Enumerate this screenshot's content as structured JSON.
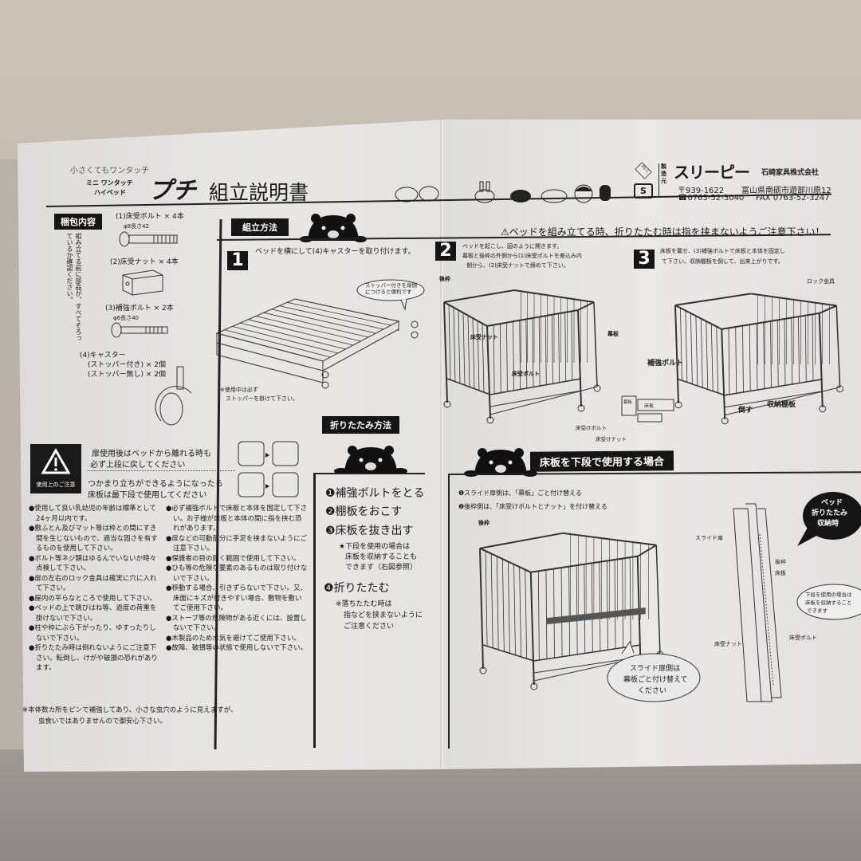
{
  "header": {
    "tagline": "小さくてもワンタッチ",
    "product_line1": "ミニ ワンタッチ",
    "product_line2": "ハイベッド",
    "product_name": "プチ",
    "doc_title": "組立説明書",
    "ps_mark": "PS C",
    "maker_label": "製造元",
    "brand": "スリーピー",
    "company": "石崎家具株式会社",
    "postal": "〒939-1622",
    "address": "富山県南砺市遊部川原12",
    "tel": "☎0763-52-3040",
    "fax": "FAX 0763-52-3247"
  },
  "parts": {
    "label": "梱包内容",
    "note": "組み立てる前に部品が、すべてそろっているか確認ください。",
    "items": [
      {
        "name": "(1)床受ボルト × 4本",
        "spec": "φ8長さ42"
      },
      {
        "name": "(2)床受ナット × 4本",
        "spec": ""
      },
      {
        "name": "(3)補強ボルト × 2本",
        "spec": "φ6長さ40"
      },
      {
        "name": "(4)キャスター",
        "spec": "(ストッパー付き) × 2個",
        "spec2": "(ストッパー無し) × 2個"
      }
    ]
  },
  "assembly": {
    "label": "組立方法",
    "warning": "⚠ベッドを組み立てる時、折りたたむ時は指を挟まないようご注意下さい！",
    "steps": [
      {
        "num": "1",
        "text": "ベッドを横にして(4)キャスターを取り付けます。",
        "bubble": "ストッパー付きを扉側につけると便利です",
        "note1": "※使用中は必ず",
        "note2": "ストッパーを掛けて下さい。"
      },
      {
        "num": "2",
        "text1": "ベッドを起こし、図のように開きます。",
        "text2": "幕板と後枠の外側から(1)床受ボルトを差込み内",
        "text3": "側から、(2)床受ナットで締めて下さい。",
        "labels": [
          "後枠",
          "床受ナット",
          "幕板",
          "床受ボルト",
          "幕板",
          "床板",
          "床受けボルト",
          "床受けナット"
        ]
      },
      {
        "num": "3",
        "text1": "床板を載せ、(3)補強ボルトで床板と本体を固定し",
        "text2": "て下さい。収納棚板を倒して、出来上がりです。",
        "labels": [
          "ロック金具",
          "補強ボルト",
          "倒す",
          "収納棚板"
        ]
      }
    ]
  },
  "caution": {
    "label": "使用上のご注意",
    "line1a": "扉使用後はベッドから離れる時も",
    "line1b": "必ず上段に戻してください",
    "line2a": "つかまり立ちができるようになったら",
    "line2b": "床板は最下段で使用してください",
    "left_bullets": [
      "●使用して良い乳幼児の年齢は標準として24ヶ月以内です。",
      "●敷ふとん及びマット等は枠との間にすき間を生じないもので、適当な固さを有するものを使用して下さい。",
      "●ボルト等ネジ類はゆるんでいないか時々点検して下さい。",
      "●扉の左右のロック金具は確実に穴に入れて下さい。",
      "●屋内の平らなところで使用して下さい。",
      "●ベッドの上で跳びはね等、過度の荷重を掛けないで下さい。",
      "●柱や枠にぶら下がったり、ゆすったりしないで下さい。",
      "●折りたたみ時は倒れないようにご注意下さい。転倒し、けがや破損の恐れがあります。"
    ],
    "right_bullets": [
      "●必ず補強ボルトで床板と本体を固定して下さい。お子様が床板と本体の間に指を挟む恐れがあります。",
      "●扉などの可動部分に手足を挟まないようにご注意下さい。",
      "●保護者の目の届く範囲で使用して下さい。",
      "●ひも等の危険な要素のあるものは取り付けないで下さい。",
      "●移動する場合、引きずらないで下さい。又、床面にキズが付きやすい場合、敷物を敷いてご使用下さい。",
      "●ストーブ等の危険物がある近くには、設置しないで下さい。",
      "●木製品のため水気を避けてご使用下さい。",
      "●故障、破損等の状態で使用しないで下さい。"
    ],
    "footnote1": "※本体数カ所をピンで補強してあり、小さな虫穴のように見えますが、",
    "footnote2": "虫食いではありませんので御安心下さい。"
  },
  "folding": {
    "label": "折りたたみ方法",
    "steps": [
      "❶補強ボルトをとる",
      "❷棚板をおこす",
      "❸床板を抜き出す"
    ],
    "star1": "★下段を使用の場合は",
    "star2": "床板を収納することも",
    "star3": "できます（右図参照）",
    "step4": "❹折りたたむ",
    "note1": "※落ちたたむ時は",
    "note2": "指などを挟まないように",
    "note3": "ご注意ください"
  },
  "lower": {
    "label": "床板を下段で使用する場合",
    "b1": "❶スライド扉側は、「幕板」ごと付け替える",
    "b2": "❷後枠側は、「床受けボルトとナット」を付け替える",
    "crib_label": "後枠",
    "bubble1": "スライド扉側は",
    "bubble2": "幕板ごと付け替えて",
    "bubble3": "ください",
    "fold_bubble1": "ベッド",
    "fold_bubble2": "折りたたみ",
    "fold_bubble3": "収納時",
    "fold_labels": [
      "スライド扉",
      "後枠",
      "床板",
      "床受ナット",
      "床受ボルト"
    ],
    "fold_note1": "下段を使用の場合は",
    "fold_note2": "床板を収納すること",
    "fold_note3": "できます"
  }
}
